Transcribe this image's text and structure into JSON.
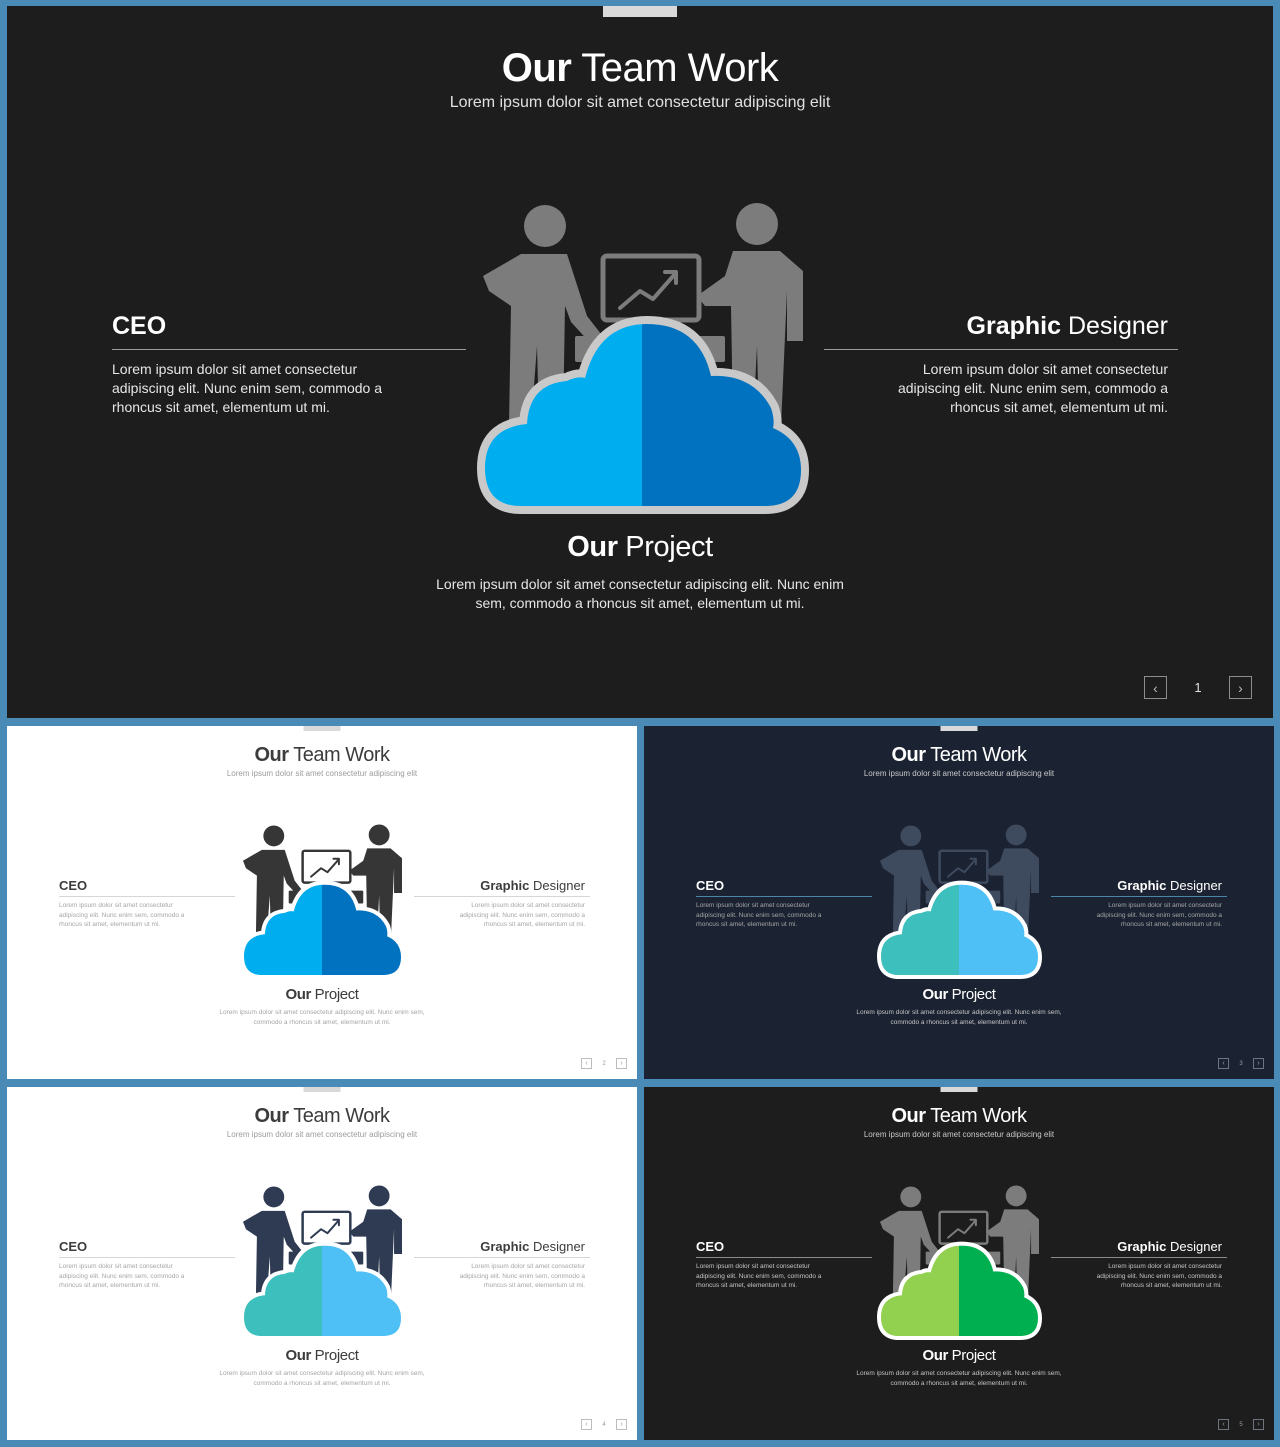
{
  "slides": [
    {
      "theme": "dark",
      "title_bold": "Our",
      "title_rest": " Team Work",
      "subtitle": "Lorem ipsum dolor sit amet consectetur adipiscing elit",
      "left": {
        "title_bold": "CEO",
        "title_rest": "",
        "text": "Lorem ipsum dolor sit amet consectetur adipiscing elit. Nunc enim sem, commodo a rhoncus sit amet, elementum ut mi."
      },
      "right": {
        "title_bold": "Graphic",
        "title_rest": " Designer",
        "text": "Lorem ipsum dolor sit amet consectetur adipiscing elit. Nunc enim sem, commodo a rhoncus sit amet, elementum ut mi."
      },
      "project": {
        "title_bold": "Our",
        "title_rest": " Project",
        "text": "Lorem ipsum dolor sit amet consectetur adipiscing elit. Nunc enim sem, commodo a rhoncus sit amet, elementum ut mi."
      },
      "page_number": "1",
      "colors": {
        "people": "#7c7c7c",
        "cloud_left": "#00adee",
        "cloud_right": "#0072bf",
        "cloud_outline": "#c9c9c9",
        "chart_line": "#7c7c7c"
      }
    },
    {
      "theme": "light",
      "title_bold": "Our",
      "title_rest": " Team Work",
      "subtitle": "Lorem ipsum dolor sit amet consectetur adipiscing elit",
      "left": {
        "title_bold": "CEO",
        "title_rest": "",
        "text": "Lorem ipsum dolor sit amet consectetur adipiscing elit. Nunc enim sem, commodo a rhoncus sit amet, elementum ut mi."
      },
      "right": {
        "title_bold": "Graphic",
        "title_rest": " Designer",
        "text": "Lorem ipsum dolor sit amet consectetur adipiscing elit. Nunc enim sem, commodo a rhoncus sit amet, elementum ut mi."
      },
      "project": {
        "title_bold": "Our",
        "title_rest": " Project",
        "text": "Lorem ipsum dolor sit amet consectetur adipiscing elit. Nunc enim sem, commodo a rhoncus sit amet, elementum ut mi."
      },
      "page_number": "2",
      "colors": {
        "people": "#363636",
        "cloud_left": "#00adee",
        "cloud_right": "#0072bf",
        "cloud_outline": "#ffffff",
        "chart_line": "#363636"
      }
    },
    {
      "theme": "navy",
      "title_bold": "Our",
      "title_rest": " Team Work",
      "subtitle": "Lorem ipsum dolor sit amet consectetur adipiscing elit",
      "left": {
        "title_bold": "CEO",
        "title_rest": "",
        "text": "Lorem ipsum dolor sit amet consectetur adipiscing elit. Nunc enim sem, commodo a rhoncus sit amet, elementum ut mi."
      },
      "right": {
        "title_bold": "Graphic",
        "title_rest": " Designer",
        "text": "Lorem ipsum dolor sit amet consectetur adipiscing elit. Nunc enim sem, commodo a rhoncus sit amet, elementum ut mi."
      },
      "project": {
        "title_bold": "Our",
        "title_rest": " Project",
        "text": "Lorem ipsum dolor sit amet consectetur adipiscing elit. Nunc enim sem, commodo a rhoncus sit amet, elementum ut mi."
      },
      "page_number": "3",
      "colors": {
        "people": "#3e4a5e",
        "cloud_left": "#3dbfbd",
        "cloud_right": "#4ec0f5",
        "cloud_outline": "#ffffff",
        "chart_line": "#3e4a5e"
      }
    },
    {
      "theme": "light",
      "title_bold": "Our",
      "title_rest": " Team Work",
      "subtitle": "Lorem ipsum dolor sit amet consectetur adipiscing elit",
      "left": {
        "title_bold": "CEO",
        "title_rest": "",
        "text": "Lorem ipsum dolor sit amet consectetur adipiscing elit. Nunc enim sem, commodo a rhoncus sit amet, elementum ut mi."
      },
      "right": {
        "title_bold": "Graphic",
        "title_rest": " Designer",
        "text": "Lorem ipsum dolor sit amet consectetur adipiscing elit. Nunc enim sem, commodo a rhoncus sit amet, elementum ut mi."
      },
      "project": {
        "title_bold": "Our",
        "title_rest": " Project",
        "text": "Lorem ipsum dolor sit amet consectetur adipiscing elit. Nunc enim sem, commodo a rhoncus sit amet, elementum ut mi."
      },
      "page_number": "4",
      "colors": {
        "people": "#2f3b52",
        "cloud_left": "#3dbfbd",
        "cloud_right": "#4ec0f5",
        "cloud_outline": "#ffffff",
        "chart_line": "#2f3b52"
      }
    },
    {
      "theme": "dark",
      "title_bold": "Our",
      "title_rest": " Team Work",
      "subtitle": "Lorem ipsum dolor sit amet consectetur adipiscing elit",
      "left": {
        "title_bold": "CEO",
        "title_rest": "",
        "text": "Lorem ipsum dolor sit amet consectetur adipiscing elit. Nunc enim sem, commodo a rhoncus sit amet, elementum ut mi."
      },
      "right": {
        "title_bold": "Graphic",
        "title_rest": " Designer",
        "text": "Lorem ipsum dolor sit amet consectetur adipiscing elit. Nunc enim sem, commodo a rhoncus sit amet, elementum ut mi."
      },
      "project": {
        "title_bold": "Our",
        "title_rest": " Project",
        "text": "Lorem ipsum dolor sit amet consectetur adipiscing elit. Nunc enim sem, commodo a rhoncus sit amet, elementum ut mi."
      },
      "page_number": "5",
      "colors": {
        "people": "#7c7c7c",
        "cloud_left": "#92d050",
        "cloud_right": "#00b050",
        "cloud_outline": "#ffffff",
        "chart_line": "#7c7c7c"
      }
    }
  ],
  "icons": {
    "prev": "chevron-left-icon",
    "next": "chevron-right-icon",
    "illustration": "team-cloud-illustration"
  },
  "glyphs": {
    "prev": "‹",
    "next": "›"
  }
}
